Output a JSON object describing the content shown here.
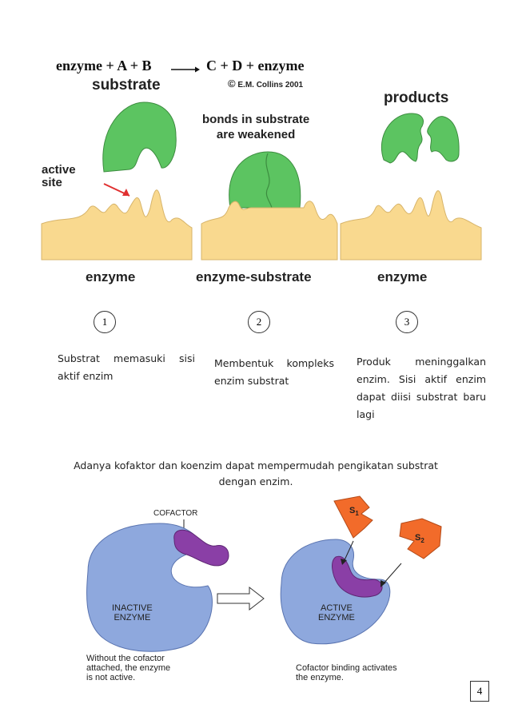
{
  "diagram1": {
    "eq_left": "enzyme + A + B",
    "eq_right": "C + D + enzyme",
    "copyright": "E.M. Collins 2001",
    "copyright_symbol": "©",
    "label_substrate": "substrate",
    "label_active_site": "active\nsite",
    "label_bonds": "bonds in substrate\nare weakened",
    "label_products": "products",
    "label_enzyme_1": "enzyme",
    "label_enzyme_substrate": "enzyme-substrate",
    "label_enzyme_3": "enzyme",
    "colors": {
      "green": "#5cc461",
      "tan": "#f9d98f",
      "red": "#e03030"
    }
  },
  "steps": [
    {
      "number": "1",
      "text": "Substrat memasuki sisi aktif enzim"
    },
    {
      "number": "2",
      "text": "Membentuk kompleks enzim substrat"
    },
    {
      "number": "3",
      "text": "Produk meninggalkan enzim. Sisi aktif enzim dapat diisi substrat baru lagi"
    }
  ],
  "note": "Adanya kofaktor dan koenzim dapat mempermudah  pengikatan substrat dengan enzim.",
  "diagram2": {
    "label_cofactor": "COFACTOR",
    "label_inactive": "INACTIVE\nENZYME",
    "label_active": "ACTIVE\nENZYME",
    "label_s1": "S",
    "label_s1_sub": "1",
    "label_s2": "S",
    "label_s2_sub": "2",
    "caption_left": "Without the cofactor\nattached, the enzyme\nis not active.",
    "caption_right": "Cofactor binding activates\nthe enzyme.",
    "colors": {
      "blue": "#8ea8dd",
      "purple": "#8a3fa6",
      "orange": "#f26b2a"
    }
  },
  "page_number": "4"
}
